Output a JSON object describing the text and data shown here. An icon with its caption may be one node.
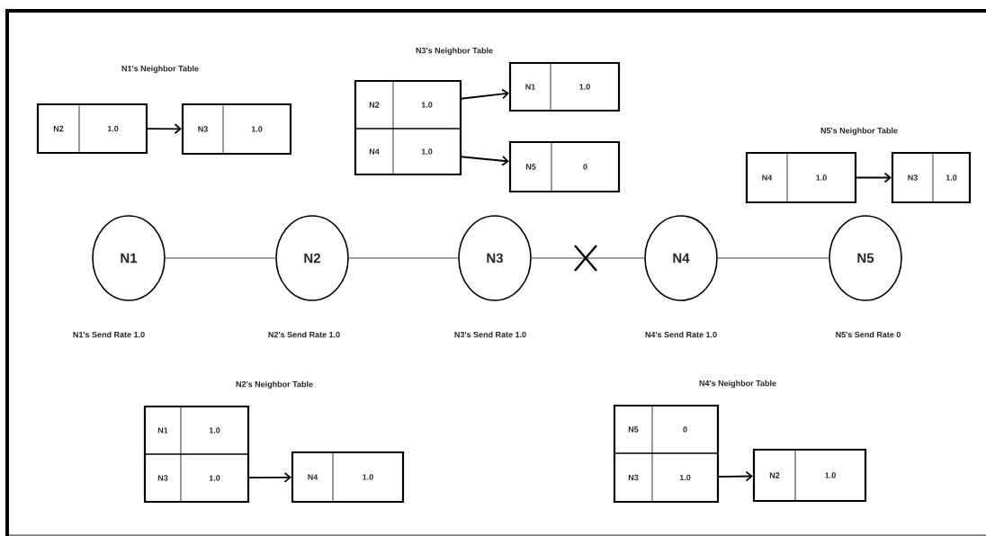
{
  "diagram": {
    "nodes": [
      {
        "text": [
          "N2",
          "1.0"
        ],
        "beside": [
          "N1's Neighbor Table"
        ]
      },
      {
        "text": [
          "N3",
          "1.0"
        ]
      },
      {
        "text": [],
        "shape": "box",
        "beside": [
          "N3's Neighbor Table"
        ]
      },
      {
        "text": [
          "N2",
          "1.0"
        ],
        "in": 2
      },
      {
        "text": [
          "N4",
          "1.0"
        ],
        "in": 2
      },
      {
        "text": [
          "N1",
          "1.0"
        ]
      },
      {
        "text": [
          "N5",
          "0"
        ]
      },
      {
        "text": [
          "N4",
          "1.0"
        ],
        "beside": [
          "N5's Neighbor Table"
        ]
      },
      {
        "text": [
          "N3",
          "1.0"
        ]
      },
      {
        "text": [
          "N1"
        ],
        "beside": [
          "N1's Send Rate 1.0"
        ]
      },
      {
        "text": [
          "N2"
        ],
        "beside": [
          "N2's Send Rate 1.0"
        ]
      },
      {
        "text": [
          "N3"
        ],
        "beside": [
          "N3's Send Rate 1.0"
        ]
      },
      {
        "text": [
          "N4"
        ],
        "beside": [
          "N4's Send Rate 1.0"
        ]
      },
      {
        "text": [
          "N5"
        ],
        "beside": [
          "N5's Send Rate 0"
        ]
      },
      {
        "text": [],
        "shape": "box",
        "beside": [
          "N2's Neighbor Table"
        ]
      },
      {
        "text": [
          "N1",
          "1.0"
        ],
        "in": 14
      },
      {
        "text": [
          "N3",
          "1.0"
        ],
        "in": 14
      },
      {
        "text": [
          "N4",
          "1.0"
        ]
      },
      {
        "text": [],
        "shape": "box",
        "beside": [
          "N4's Neighbor Table"
        ]
      },
      {
        "text": [
          "N5",
          "0"
        ],
        "in": 18
      },
      {
        "text": [
          "N3",
          "1.0"
        ],
        "in": 18
      },
      {
        "text": [
          "N2",
          "1.0"
        ]
      }
    ],
    "edges": [
      {
        "from": 0,
        "to": 1,
        "arrow": "to"
      },
      {
        "from": 3,
        "to": 5,
        "arrow": "to"
      },
      {
        "from": 4,
        "to": 6,
        "arrow": "to"
      },
      {
        "from": 7,
        "to": 8,
        "arrow": "to"
      },
      {
        "from": 9,
        "to": 10,
        "arrow": "none",
        "color": "#808080"
      },
      {
        "from": 10,
        "to": 11,
        "arrow": "none",
        "color": "#808080"
      },
      {
        "from": 11,
        "to": 12,
        "arrow": "none",
        "color": "#808080"
      },
      {
        "from": 12,
        "to": 13,
        "arrow": "none",
        "color": "#808080"
      },
      {
        "from": 16,
        "to": 17,
        "arrow": "to"
      },
      {
        "from": 20,
        "to": 21,
        "arrow": "to"
      }
    ]
  }
}
